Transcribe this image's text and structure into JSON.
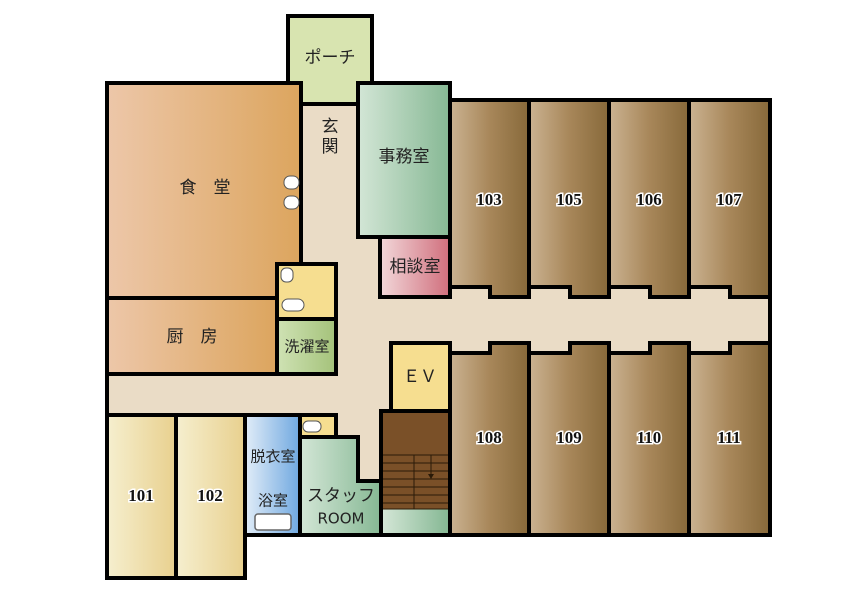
{
  "floor_plan": {
    "rooms": {
      "porch": "ポーチ",
      "entrance": [
        "玄",
        "関"
      ],
      "dining": "食　堂",
      "kitchen": "厨　房",
      "office": "事務室",
      "consultation": "相談室",
      "laundry": "洗濯室",
      "elevator": "ＥＶ",
      "changing_room": "脱衣室",
      "bathroom": "浴室",
      "staff_room": [
        "スタッフ",
        "ROOM"
      ],
      "r101": "101",
      "r102": "102",
      "r103": "103",
      "r105": "105",
      "r106": "106",
      "r107": "107",
      "r108": "108",
      "r109": "109",
      "r110": "110",
      "r111": "111"
    },
    "colors": {
      "hall": "#eadcc6",
      "resident_room": "#a78456",
      "dining": "#e3b27a",
      "office": "#98c4a0",
      "consultation": "#dc8a94",
      "toilet": "#f6de90",
      "laundry": "#b2cc8a",
      "bath": "#90bce6",
      "stairs": "#7a5028"
    }
  }
}
